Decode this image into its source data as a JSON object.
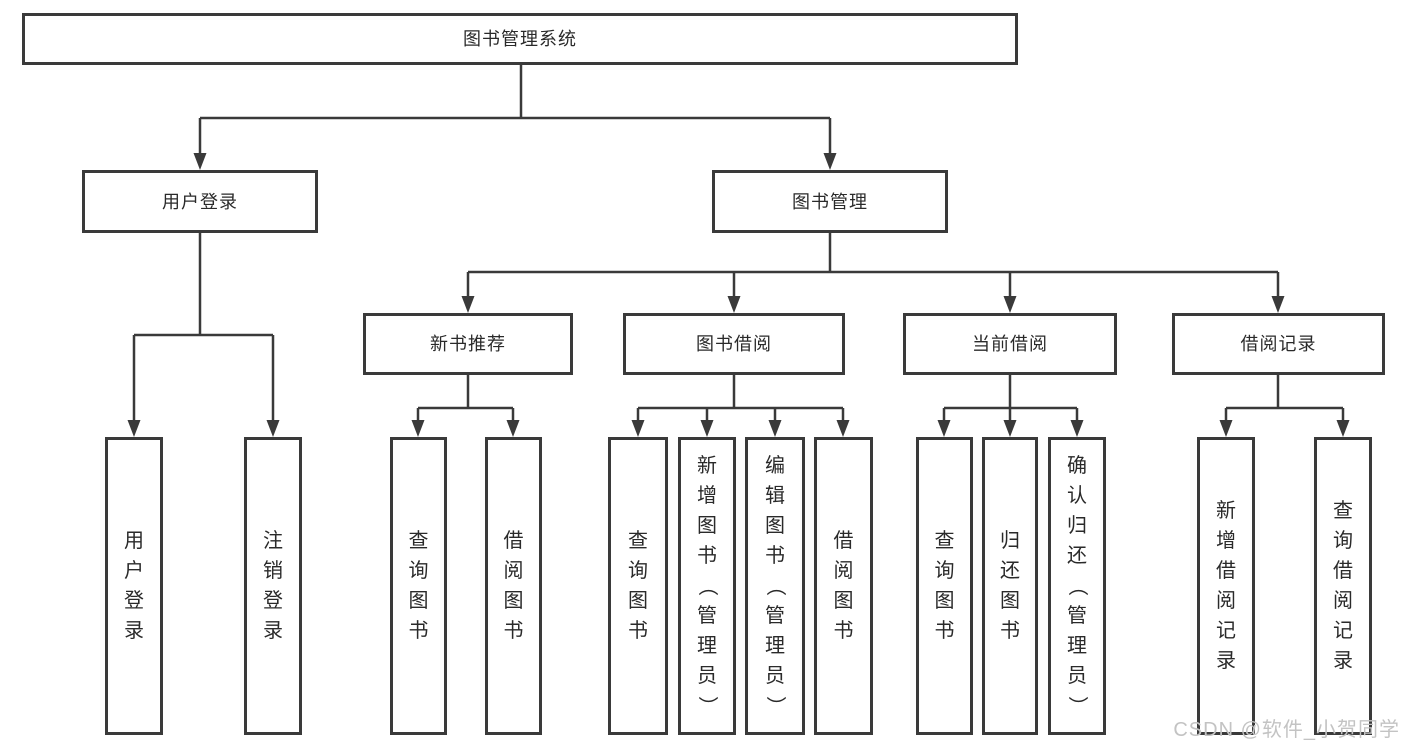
{
  "page": {
    "background": "#ffffff",
    "line_color": "#3a3a3a",
    "text_color": "#2a2a2a"
  },
  "watermark": {
    "text": "CSDN @软件_小贺同学",
    "color": "#c3c3c3"
  },
  "tree": {
    "root": {
      "label": "图书管理系统"
    },
    "user_login": {
      "label": "用户登录"
    },
    "book_management": {
      "label": "图书管理"
    },
    "new_book_recommend": {
      "label": "新书推荐"
    },
    "book_borrow": {
      "label": "图书借阅"
    },
    "current_borrow": {
      "label": "当前借阅"
    },
    "borrow_records": {
      "label": "借阅记录"
    },
    "leaves": {
      "user_login": [
        "用户登录",
        "注销登录"
      ],
      "new_book_recommend": [
        "查询图书",
        "借阅图书"
      ],
      "book_borrow": [
        "查询图书",
        "新增图书（管理员）",
        "编辑图书（管理员）",
        "借阅图书"
      ],
      "current_borrow": [
        "查询图书",
        "归还图书",
        "确认归还（管理员）"
      ],
      "borrow_records": [
        "新增借阅记录",
        "查询借阅记录"
      ]
    }
  }
}
